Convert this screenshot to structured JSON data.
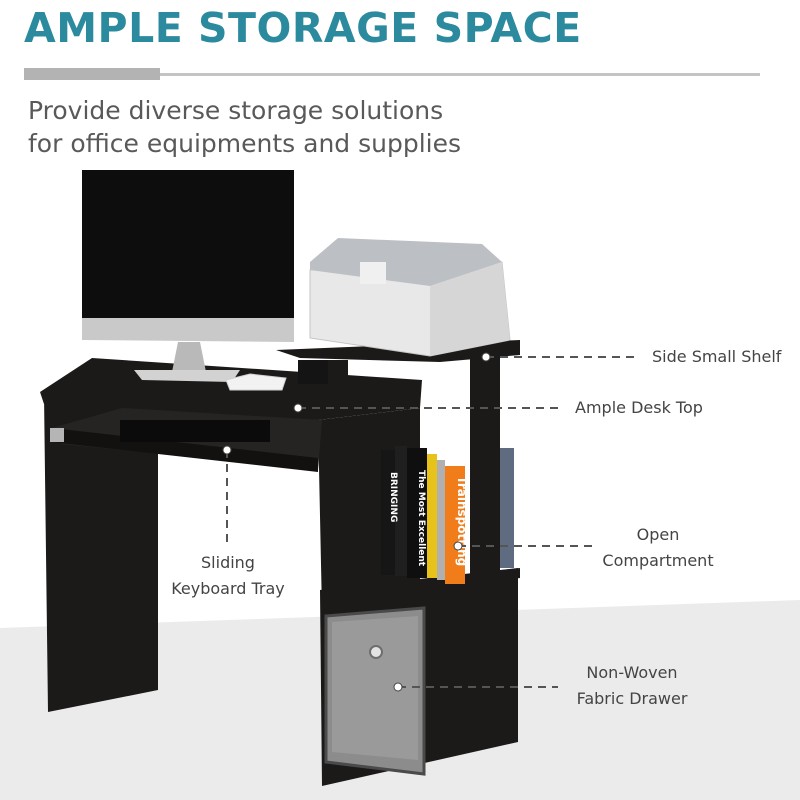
{
  "header": {
    "title": "AMPLE STORAGE SPACE",
    "subtitle_line1": "Provide diverse storage solutions",
    "subtitle_line2": "for office equipments and supplies"
  },
  "callouts": {
    "side_shelf": "Side Small Shelf",
    "desk_top": "Ample Desk Top",
    "open_compartment_line1": "Open",
    "open_compartment_line2": "Compartment",
    "keyboard_tray_line1": "Sliding",
    "keyboard_tray_line2": "Keyboard Tray",
    "drawer_line1": "Non-Woven",
    "drawer_line2": "Fabric Drawer"
  },
  "books": {
    "spine1": "BRINGING",
    "spine2": "The Most Excellent",
    "spine3": "Trainspotting"
  },
  "colors": {
    "title": "#2b8a9e",
    "desk": "#1c1a19",
    "drawer": "#8c8c8c",
    "callout_line": "#555555"
  }
}
